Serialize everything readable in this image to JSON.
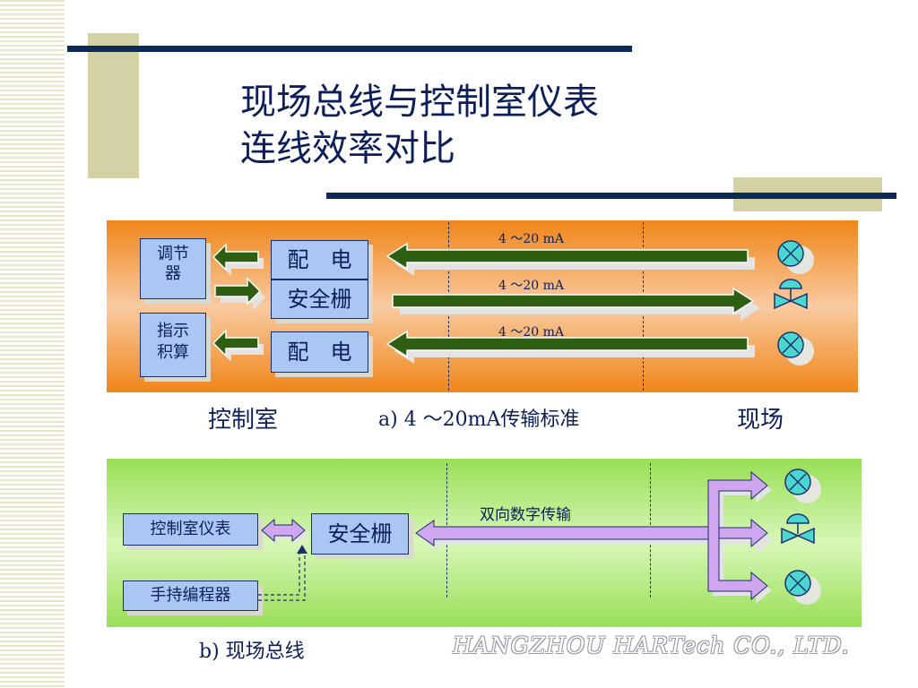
{
  "title": {
    "line1": "现场总线与控制室仪表",
    "line2": "连线效率对比"
  },
  "diagram_a": {
    "box_regulator": "调节器",
    "box_indicator_line1": "指示",
    "box_indicator_line2": "积算",
    "box_power1": "配　电",
    "box_barrier": "安全栅",
    "box_power2": "配　电",
    "signal_label": "4 ～20 mA",
    "caption_left": "控制室",
    "caption_center": "a) 4 ～20mA传输标准",
    "caption_right": "现场"
  },
  "diagram_b": {
    "box_instrument": "控制室仪表",
    "box_barrier": "安全栅",
    "box_programmer": "手持编程器",
    "signal_label": "双向数字传输",
    "caption": "b) 现场总线"
  },
  "watermark": "HANGZHOU HARTech CO., LTD.",
  "colors": {
    "title": "#0c1f5a",
    "panel_a": "#f08a1e",
    "panel_b": "#9be05a",
    "arrow_green": "#2e5e12",
    "arrow_purple": "#cfa6ef",
    "box_fill": "#a9c7f2"
  }
}
